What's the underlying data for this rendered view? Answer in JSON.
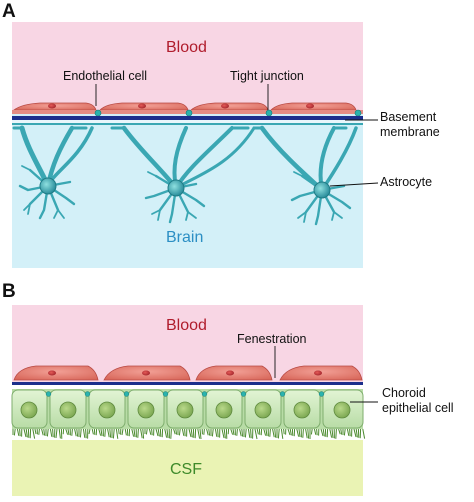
{
  "panel_a": {
    "letter": "A",
    "top_label": "Blood",
    "bottom_label": "Brain",
    "callouts": {
      "endothelial": "Endothelial cell",
      "tight_junction": "Tight junction",
      "basement_line1": "Basement",
      "basement_line2": "membrane",
      "astrocyte": "Astrocyte"
    }
  },
  "panel_b": {
    "letter": "B",
    "top_label": "Blood",
    "bottom_label": "CSF",
    "callouts": {
      "fenestration": "Fenestration",
      "choroid_line1": "Choroid",
      "choroid_line2": "epithelial cell"
    }
  },
  "colors": {
    "blood_bg": "#f8d6e4",
    "brain_bg": "#d3f0f8",
    "csf_bg": "#eaf3b4",
    "endothelial": "#e88276",
    "basement_membrane": "#1c2f8c",
    "astrocyte": "#3aa7b3",
    "epithelial": "#c9e8b8",
    "junction": "#2bb3ad"
  }
}
